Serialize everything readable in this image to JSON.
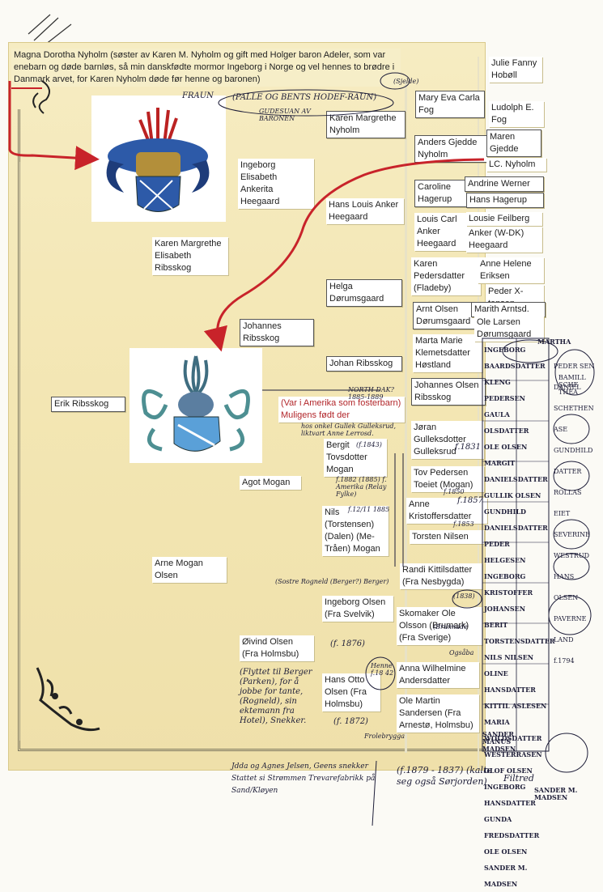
{
  "intro_text": "Magna Dorotha Nyholm (søster av Karen M. Nyholm og gift med Holger baron Adeler, som var enebarn og døde barnløs, så min danskfødte mormor Ingeborg i Norge og vel hennes to brødre i Danmark arvet, for Karen Nyholm døde før henne og baronen)",
  "people": {
    "julie": "Julie Fanny Hobøll",
    "ludolph": "Ludolph E. Fog",
    "mary": "Mary Eva Carla Fog",
    "maren": "Maren Gjedde",
    "lc": "LC. Nyholm",
    "karen_mn": "Karen Margrethe Nyholm",
    "anders": "Anders Gjedde Nyholm",
    "ingeborg_eah": "Ingeborg Elisabeth Ankerita Heegaard",
    "caroline": "Caroline Hagerup",
    "andrine": "Andrine Werner",
    "hans_hagerup": "Hans Hagerup",
    "hans_louis": "Hans Louis Anker Heegaard",
    "louis_carl": "Louis Carl Anker Heegaard",
    "lousie": "Lousie Feilberg",
    "anker_heegaard": "Anker (W-DK) Heegaard",
    "karen_meris": "Karen Margrethe Elisabeth Ribsskog",
    "karen_ped": "Karen Pedersdatter (Fladeby)",
    "anne_helene": "Anne Helene Eriksen",
    "peder_x": "Peder X-tensen",
    "helga": "Helga Dørumsgaard",
    "arnt": "Arnt Olsen Dørumsgaard",
    "marith": "Marith Arntsd.",
    "ole_larsen": "Ole Larsen Dørumsgaard",
    "johannes_r": "Johannes Ribsskog",
    "marta": "Marta Marie Klemetsdatter Høstland",
    "johan": "Johan Ribsskog",
    "johannes_or": "Johannes Olsen Ribsskog",
    "erik": "Erik Ribsskog",
    "amerika": "(Var i Amerika som fosterbarn) Muligens født der",
    "joran": "Jøran Gulleksdotter Gulleksrud",
    "bergit": "Bergit Tovsdotter Mogan",
    "tov": "Tov Pedersen Toeiet (Mogan)",
    "agot": "Agot Mogan",
    "anne_k": "Anne Kristoffersdatter",
    "nils": "Nils (Torstensen) (Dalen) (Me-Tråen) Mogan",
    "torsten": "Torsten Nilsen",
    "randi": "Randi Kittilsdatter (Fra Nesbygda)",
    "arne": "Arne Mogan Olsen",
    "ingeborg_os": "Ingeborg Olsen (Fra Svelvik)",
    "skomaker": "Skomaker Ole Olsson (Brumark) (Fra Sverige)",
    "oivind": "Øivind Olsen (Fra Holmsbu)",
    "anna_w": "Anna Wilhelmine Andersdatter",
    "hans_otto": "Hans Otto Olsen (Fra Holmsbu)",
    "ole_martin": "Ole Martin Sandersen (Fra Arnestø, Holmsbu)"
  },
  "handwriting": {
    "fraun": "FRAUN",
    "palle": "(PALLE OG BENTS HODEF-RAUN)",
    "sjelde": "(Sjelde)",
    "gudesuan": "GUDESUAN AV BARONEN",
    "north_dakota": "NORTH-DAK? 1885-1889",
    "gullek": "hos onkel Gullek Gulleksrud, liktvart Anne Lerrosd.",
    "f1843": "(f.1843)",
    "f1831": "f.1831",
    "f1850": "f.1850",
    "f1857": "f.1857",
    "f1853": "f.1853",
    "f1882": "f.1882 (1885) f. Amerika (Relay Fylke)",
    "f1885": "f.12/11 1885",
    "sostrap": "(Sostre Rogneld (Berger?) Berger)",
    "f1838": "(1838)",
    "f1876": "(f. 1876)",
    "brunnade": "(Brunnade",
    "ogsaba": "Ogsåba",
    "henne": "Henne f.18 42",
    "f1872": "(f. 1872)",
    "frolebrygga": "Frolebrygga",
    "flyttet": "(Flyttet til Berger (Parken), for å jobbe for tante, (Rogneld), sin ektemann fra Hotel), Snekker.",
    "bottom_left": "Jdda og Agnes Jelsen, Geens snekker Stattet si Strømmen Trevarefabrikk på Sand/Kløyen",
    "bottom_mid": "(f.1879 - 1837) (kalte seg også Sørjorden)",
    "filtred": "Filtred",
    "sander": "SANDER MANUS MADSEN",
    "martha": "MARTHA",
    "bamill": "BAMILL SCHE THEA"
  },
  "right_column_names": [
    "INGEBORG BAARDSDATTER",
    "KLENG PEDERSEN",
    "GAULA OLSDATTER",
    "OLE OLSEN",
    "MARGIT DANIELSDATTER",
    "GULLIK OLSEN",
    "GUNDHILD DANIELSDATTER",
    "PEDER HELGESEN",
    "INGEBORG KRISTOFFER",
    "JOHANSEN BERIT",
    "TORSTENSDATTER",
    "NILS NILSEN",
    "OLINE HANSDATTER",
    "KITTIL ASLESEN",
    "MARIA WOLDSDATTER",
    "WESTERRASEN",
    "OLOF OLSEN",
    "INGEBORG HANSDATTER",
    "GUNDA FREDSDATTER",
    "OLE OLSEN",
    "SANDER M. MADSEN"
  ],
  "side_notes": [
    "PEDER SEN",
    "DANIEL SCHETHEN",
    "ASE GUNDHILD DATTER",
    "ROLLAS EIET",
    "SEVERINE WESTRUD",
    "HANS OLSEN",
    "PAVERNE LAND",
    "f.1794",
    "SANDER M. MADSEN"
  ],
  "colors": {
    "parchment": "#f3e6b3",
    "red_pen": "#c8232a",
    "ink": "#1d1d38",
    "crest_blue": "#2d5aa8",
    "crest_teal": "#4d8f92"
  }
}
